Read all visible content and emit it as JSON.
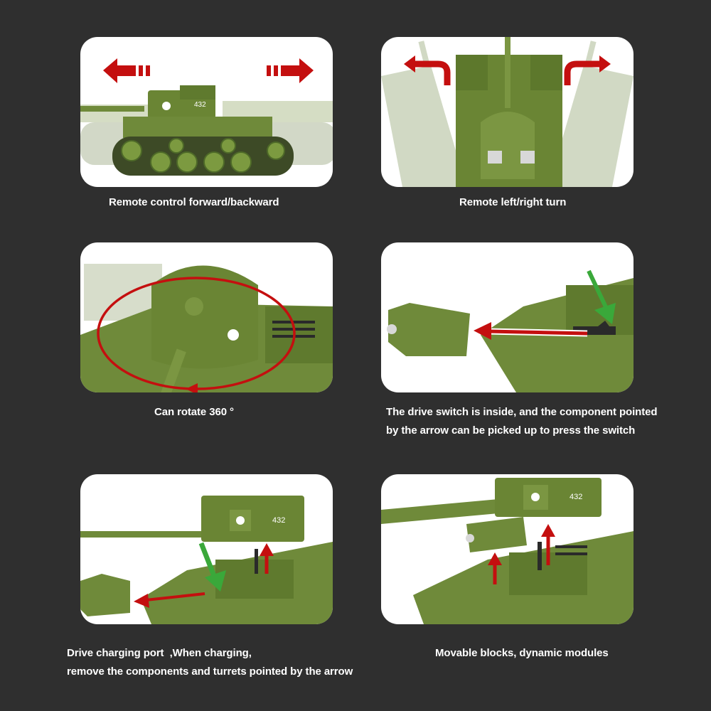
{
  "colors": {
    "background": "#2f2f2f",
    "panel": "#ffffff",
    "tank_green": "#6f8a3a",
    "tank_dark": "#4e6a28",
    "ghost_green": "#b8c4a4",
    "arrow_red": "#cc1111",
    "arrow_green": "#3aa83a",
    "caption_text": "#ffffff"
  },
  "panels": [
    {
      "id": "forward-backward",
      "caption": [
        "Remote control forward/backward"
      ],
      "icons": [
        "arrow-left-icon",
        "arrow-right-icon"
      ],
      "decal_number": "432"
    },
    {
      "id": "left-right-turn",
      "caption": [
        "Remote left/right turn"
      ],
      "icons": [
        "curved-arrow-left-icon",
        "curved-arrow-right-icon"
      ]
    },
    {
      "id": "rotate-360",
      "caption": [
        "Can rotate 360 °"
      ],
      "icons": [
        "rotation-arrow-icon"
      ]
    },
    {
      "id": "drive-switch",
      "caption": [
        "The drive switch is inside, and the component pointed",
        "by the arrow can be picked up to press the switch"
      ],
      "icons": [
        "green-arrow-down-icon",
        "red-arrow-left-icon"
      ]
    },
    {
      "id": "charging-port",
      "caption": [
        "Drive charging port  ,When charging,",
        "remove the components and turrets pointed by the arrow"
      ],
      "icons": [
        "green-arrow-down-icon",
        "red-arrow-left-icon",
        "red-arrow-up-icon"
      ],
      "decal_number": "432"
    },
    {
      "id": "movable-blocks",
      "caption": [
        "Movable blocks, dynamic modules"
      ],
      "icons": [
        "red-arrow-up-icon",
        "red-arrow-up-icon"
      ],
      "decal_number": "432"
    }
  ]
}
